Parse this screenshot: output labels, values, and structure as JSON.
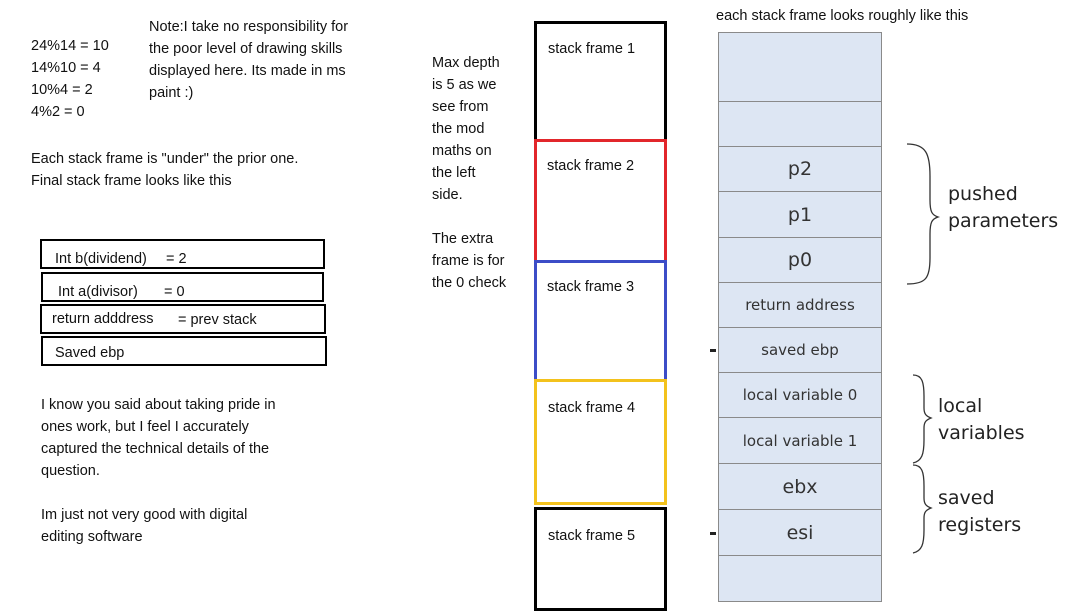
{
  "mod_math": [
    "24%14 = 10",
    "14%10 = 4",
    "10%4 = 2",
    "4%2 = 0"
  ],
  "note": [
    "Note:I take no responsibility for",
    "the poor level of drawing skills",
    "displayed here. Its made in ms",
    "paint :)"
  ],
  "stack_desc": [
    "Each stack frame is \"under\"  the prior one.",
    "Final stack frame looks like this"
  ],
  "final_frame": [
    {
      "label": "Int b(dividend)",
      "value": "= 2"
    },
    {
      "label": "Int a(divisor)",
      "value": "= 0"
    },
    {
      "label": "return adddress",
      "value": "= prev stack"
    },
    {
      "label": "Saved ebp",
      "value": ""
    }
  ],
  "pride_text": [
    "I know you said about taking pride in",
    "ones work, but I feel I accurately",
    "captured the technical details of the",
    "question."
  ],
  "skill_text": [
    "Im just not very good with digital",
    "editing software"
  ],
  "max_depth": [
    "Max depth",
    "is 5 as we",
    "see from",
    "the mod",
    "maths on",
    "the left",
    "side."
  ],
  "extra_frame": [
    "The extra",
    "frame is for",
    "the 0 check"
  ],
  "frames": [
    {
      "label": "stack frame 1",
      "color": "#000000"
    },
    {
      "label": "stack frame 2",
      "color": "#e2262b"
    },
    {
      "label": "stack frame 3",
      "color": "#3c4dc7"
    },
    {
      "label": "stack frame 4",
      "color": "#f3c21c"
    },
    {
      "label": "stack frame 5",
      "color": "#000000"
    }
  ],
  "layout_title": "each stack frame looks roughly like this",
  "stack_cells": [
    "",
    "",
    "p2",
    "p1",
    "p0",
    "return address",
    "saved ebp",
    "local variable 0",
    "local variable 1",
    "ebx",
    "esi",
    ""
  ],
  "groups": {
    "pushed": [
      "pushed",
      "parameters"
    ],
    "locals": [
      "local",
      "variables"
    ],
    "saved": [
      "saved",
      "registers"
    ]
  }
}
